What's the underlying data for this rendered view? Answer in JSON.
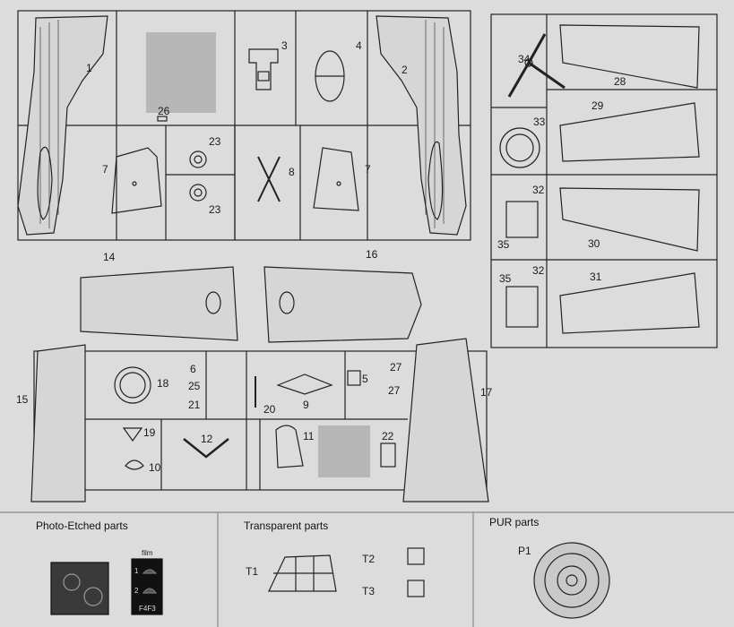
{
  "part_labels": {
    "p1": "1",
    "p2": "2",
    "p3": "3",
    "p4": "4",
    "p5": "5",
    "p6": "6",
    "p7a": "7",
    "p7b": "7",
    "p8": "8",
    "p9": "9",
    "p10": "10",
    "p11": "11",
    "p12": "12",
    "p14": "14",
    "p15": "15",
    "p16": "16",
    "p17": "17",
    "p18": "18",
    "p19": "19",
    "p20": "20",
    "p21": "21",
    "p22": "22",
    "p23a": "23",
    "p23b": "23",
    "p25": "25",
    "p26": "26",
    "p27a": "27",
    "p27b": "27",
    "p28": "28",
    "p29": "29",
    "p30": "30",
    "p31": "31",
    "p32a": "32",
    "p32b": "32",
    "p33": "33",
    "p34": "34",
    "p35a": "35",
    "p35b": "35"
  },
  "legend": {
    "photo_etched_title": "Photo-Etched parts",
    "film_label": "film",
    "film_item1": "1",
    "film_item2": "2",
    "film_code": "F4F3",
    "transparent_title": "Transparent parts",
    "t1": "T1",
    "t2": "T2",
    "t3": "T3",
    "pur_title": "PUR parts",
    "p1": "P1"
  },
  "colors": {
    "paper": "#dcdcdc",
    "line": "#222222",
    "sprue": "#2a2a2a",
    "grey_fill": "#b7b7b7",
    "film_bg": "#111111"
  }
}
